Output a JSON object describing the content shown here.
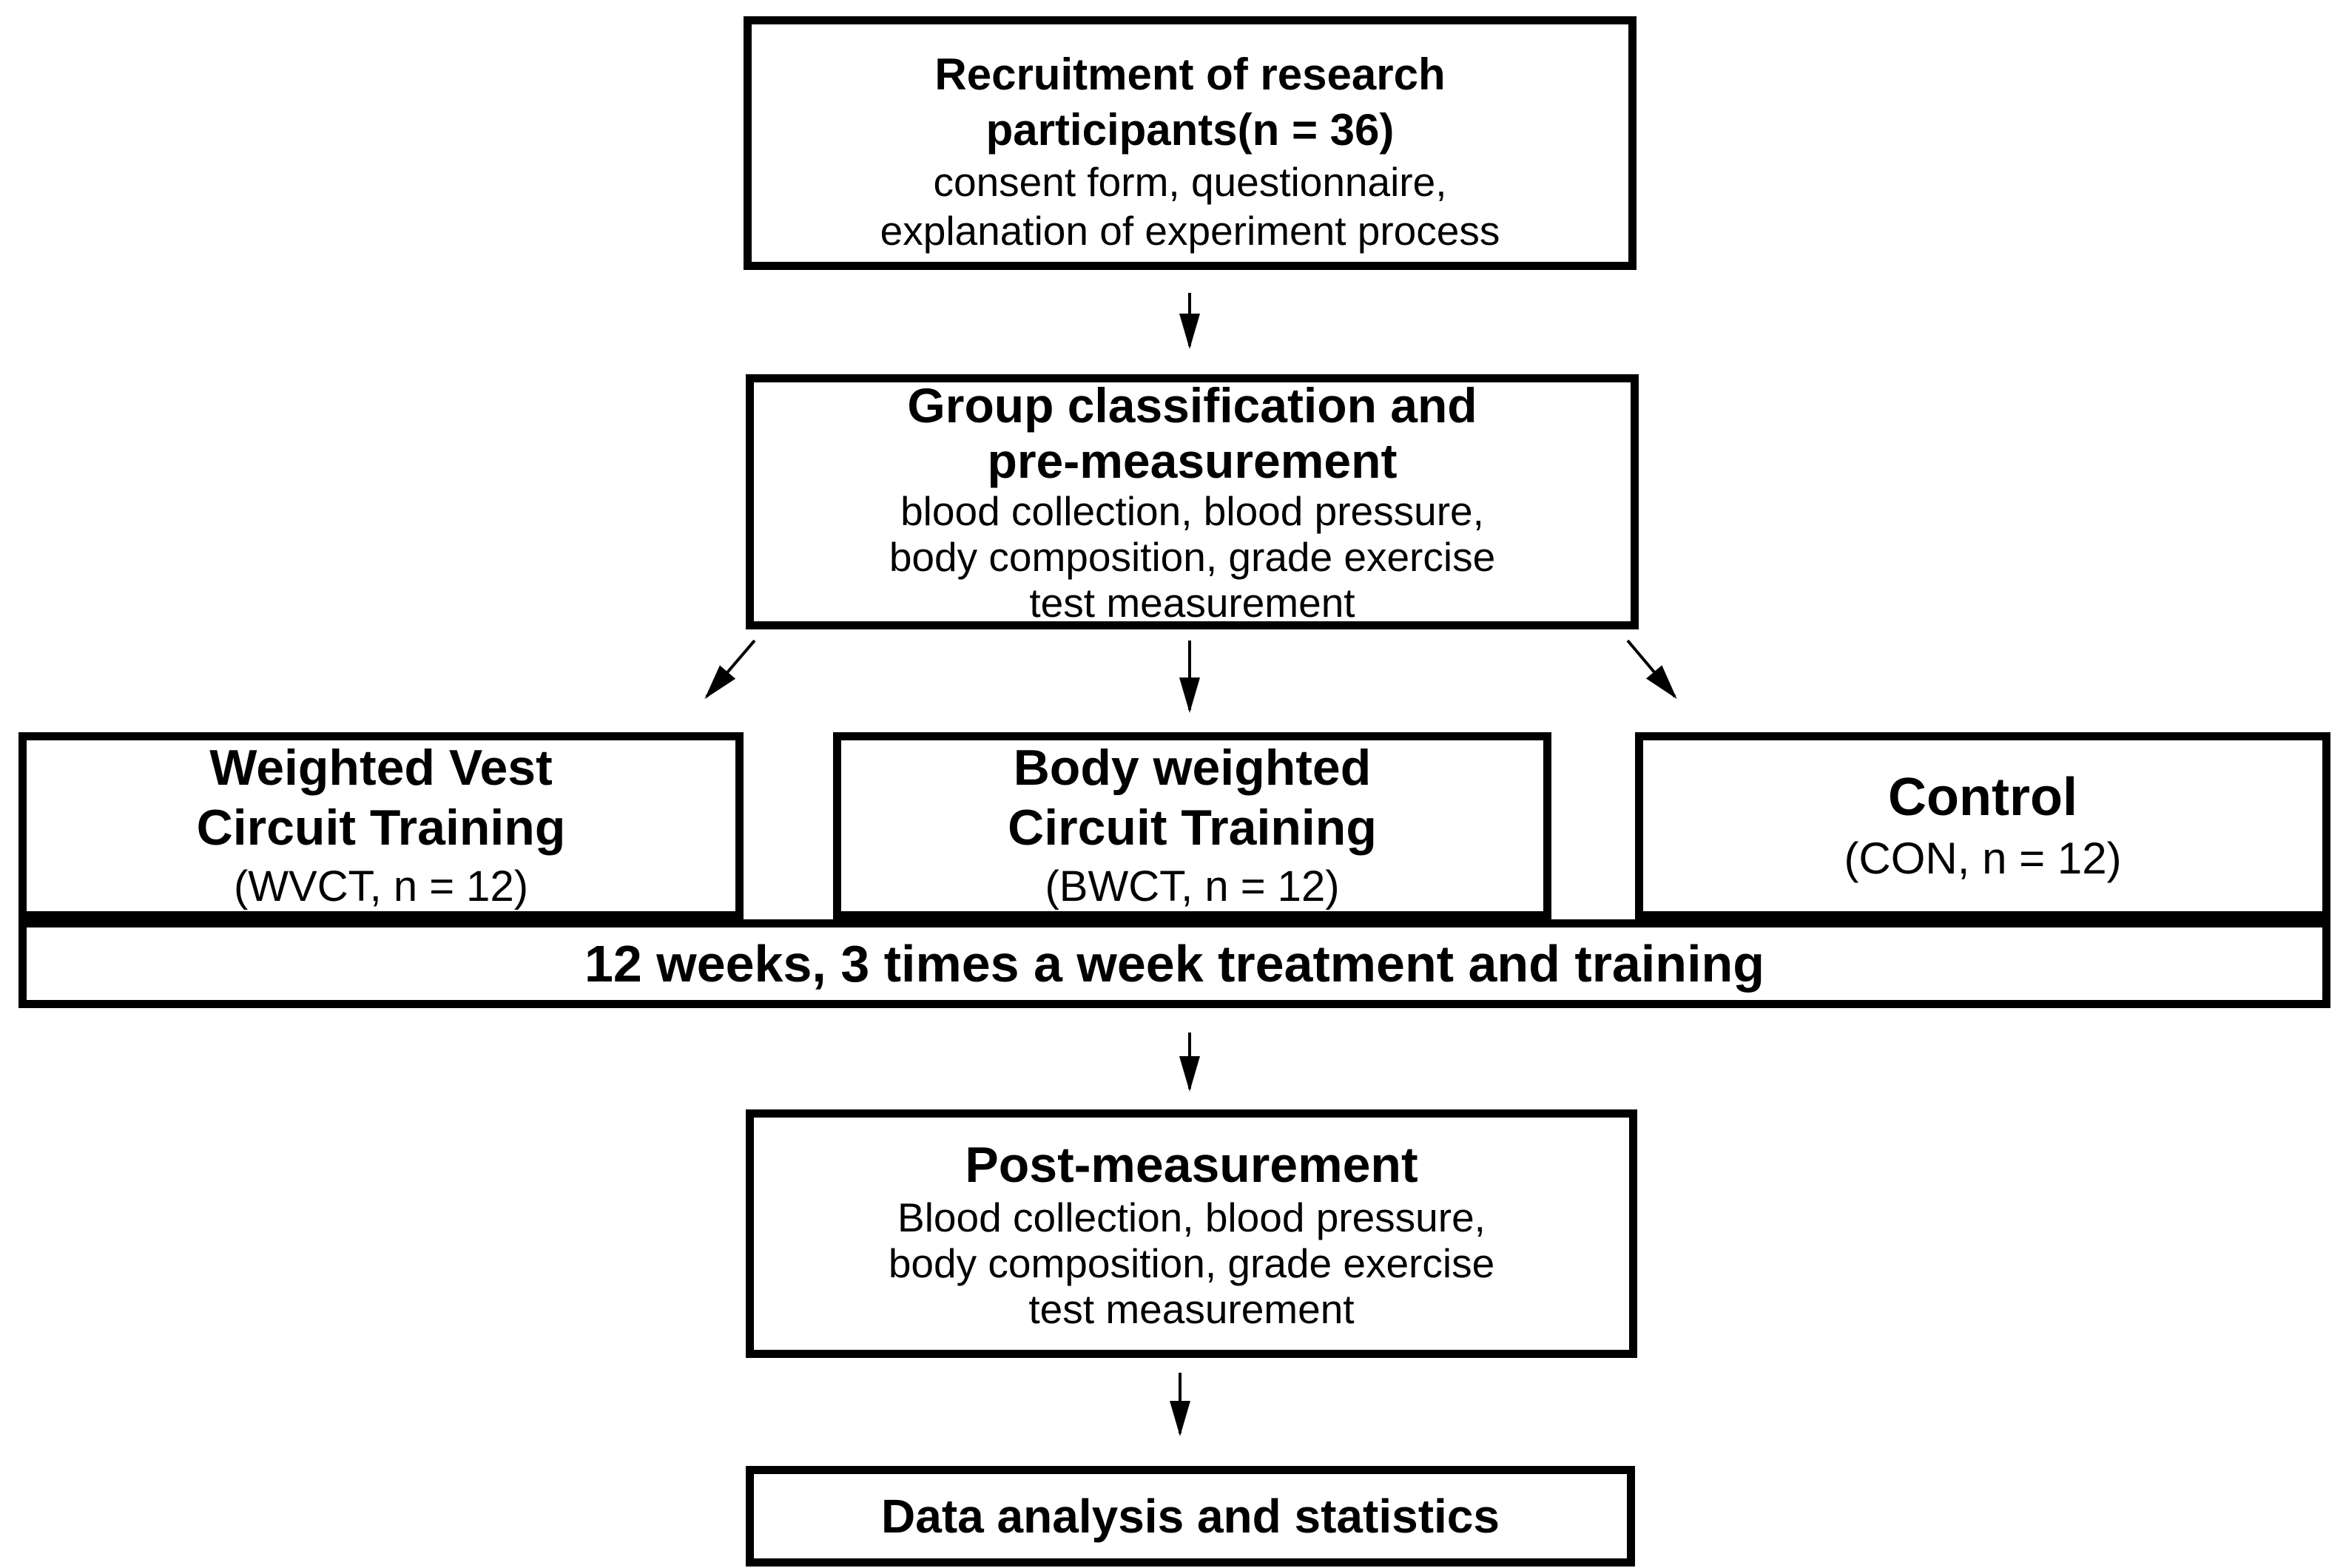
{
  "flowchart": {
    "colors": {
      "background": "#ffffff",
      "border": "#000000",
      "text": "#000000"
    },
    "recruitment": {
      "title_line1": "Recruitment of research",
      "title_line2": "participants(n = 36)",
      "detail_line1": "consent form, questionnaire,",
      "detail_line2": "explanation of experiment process"
    },
    "group_classification": {
      "title_line1": "Group classification and",
      "title_line2": "pre-measurement",
      "detail_line1": "blood collection, blood pressure,",
      "detail_line2": "body composition, grade exercise",
      "detail_line3": "test measurement"
    },
    "groups": [
      {
        "title_line1": "Weighted Vest",
        "title_line2": "Circuit Training",
        "subtitle": "(WVCT, n = 12)"
      },
      {
        "title_line1": "Body weighted",
        "title_line2": "Circuit Training",
        "subtitle": "(BWCT, n = 12)"
      },
      {
        "title_line1": "Control",
        "subtitle": "(CON, n = 12)"
      }
    ],
    "treatment_bar": {
      "label": "12 weeks, 3 times a week treatment and training"
    },
    "post_measurement": {
      "title_line1": "Post-measurement",
      "detail_line1": "Blood collection, blood pressure,",
      "detail_line2": "body composition, grade exercise",
      "detail_line3": "test measurement"
    },
    "data_analysis": {
      "title": "Data analysis and statistics"
    }
  }
}
